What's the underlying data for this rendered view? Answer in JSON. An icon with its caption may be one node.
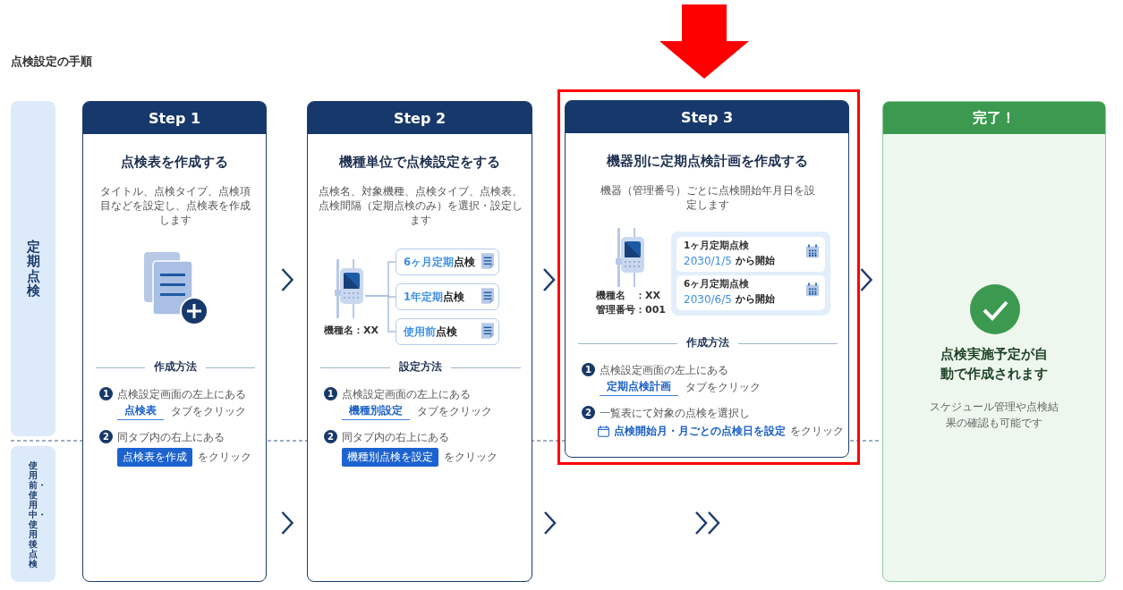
{
  "diagram": {
    "title": "点検設定の手順",
    "nodes": [
      {
        "text": [
          "定期点検"
        ]
      },
      {
        "text": [
          "使用前・使用中・使用後点検"
        ]
      },
      {
        "text": [
          "Step 1",
          "点検表を作成する",
          "タイトル、点検タイプ、点検項目などを設定し、点検表を作成します",
          "作成方法",
          "1",
          "点検設定画面の左上にある",
          "点検表",
          "タブをクリック",
          "2",
          "同タブ内の右上にある",
          "点検表を作成",
          "をクリック"
        ]
      },
      {
        "text": [
          "Step 2",
          "機種単位で点検設定をする",
          "点検名、対象機種、点検タイプ、点検表、点検間隔（定期点検のみ）を選択・設定します",
          "設定方法",
          "1",
          "点検設定画面の左上にある",
          "機種別設定",
          "タブをクリック",
          "2",
          "同タブ内の右上にある",
          "機種別点検を設定",
          "をクリック"
        ]
      },
      {
        "text": [],
        "shape": "picture",
        "in": 3,
        "beside": [
          "機種名：XX"
        ]
      },
      {
        "text": [
          "6ヶ月定期",
          "点検"
        ],
        "in": 3
      },
      {
        "text": [
          "1年定期",
          "点検"
        ],
        "in": 3
      },
      {
        "text": [
          "使用前",
          "点検"
        ],
        "in": 3
      },
      {
        "text": [],
        "shape": "box"
      },
      {
        "text": [
          "Step 3",
          "機器別に定期点検計画を作成する",
          "機器（管理番号）ごとに点検開始年月日を設定します",
          "作成方法",
          "1",
          "点検設定画面の左上にある",
          "定期点検計画",
          "タブをクリック",
          "2",
          "一覧表にて対象の点検を選択し",
          "点検開始月・月ごとの点検日を設定",
          "をクリック"
        ],
        "in": 8
      },
      {
        "text": [],
        "shape": "picture",
        "in": 9,
        "beside": [
          "機種名　：XX",
          "管理番号：001"
        ]
      },
      {
        "text": [],
        "shape": "box",
        "in": 9
      },
      {
        "text": [
          "1ヶ月定期点検",
          "2030/1/5",
          "から開始"
        ],
        "in": 11
      },
      {
        "text": [
          "6ヶ月定期点検",
          "2030/6/5",
          "から開始"
        ],
        "in": 11
      },
      {
        "text": [
          "完了！",
          "点検実施予定が自動で作成されます",
          "スケジュール管理や点検結果の確認も可能です"
        ]
      }
    ],
    "edges": [
      {
        "from": 2,
        "to": 3,
        "arrow": "to"
      },
      {
        "from": 3,
        "to": 9,
        "arrow": "to"
      },
      {
        "from": 9,
        "to": 14,
        "arrow": "to"
      },
      {
        "from": 2,
        "to": 3,
        "arrow": "to"
      },
      {
        "from": 4,
        "to": 5,
        "arrow": "none",
        "color": "#a9c0e0"
      },
      {
        "from": 4,
        "to": 6,
        "arrow": "none",
        "color": "#a9c0e0"
      },
      {
        "from": 4,
        "to": 7,
        "arrow": "none",
        "color": "#a9c0e0"
      },
      {
        "from": null,
        "to": 8,
        "arrow": "to",
        "style": "thick",
        "color": "#ff0000"
      }
    ]
  }
}
